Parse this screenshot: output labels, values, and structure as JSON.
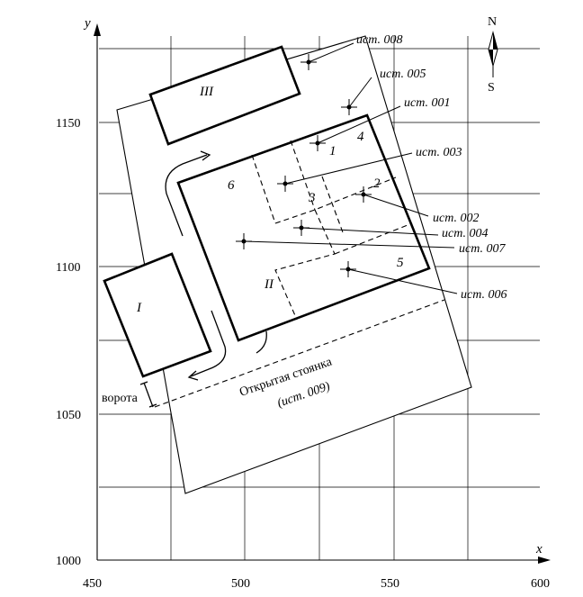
{
  "axes": {
    "x_label": "x",
    "y_label": "y",
    "x_ticks": [
      "450",
      "500",
      "550",
      "600"
    ],
    "y_ticks": [
      "1000",
      "1050",
      "1100",
      "1150"
    ]
  },
  "compass": {
    "north": "N",
    "south": "S"
  },
  "buildings": {
    "one": "I",
    "two": "II",
    "three": "III"
  },
  "zones": [
    "1",
    "2",
    "3",
    "4",
    "5",
    "6"
  ],
  "sources": {
    "s001": "ист. 001",
    "s002": "ист. 002",
    "s003": "ист. 003",
    "s004": "ист. 004",
    "s005": "ист. 005",
    "s006": "ист. 006",
    "s007": "ист. 007",
    "s008": "ист. 008"
  },
  "parking": {
    "title": "Открытая стоянка",
    "source": "(ист. 009)"
  },
  "gate": "ворота"
}
